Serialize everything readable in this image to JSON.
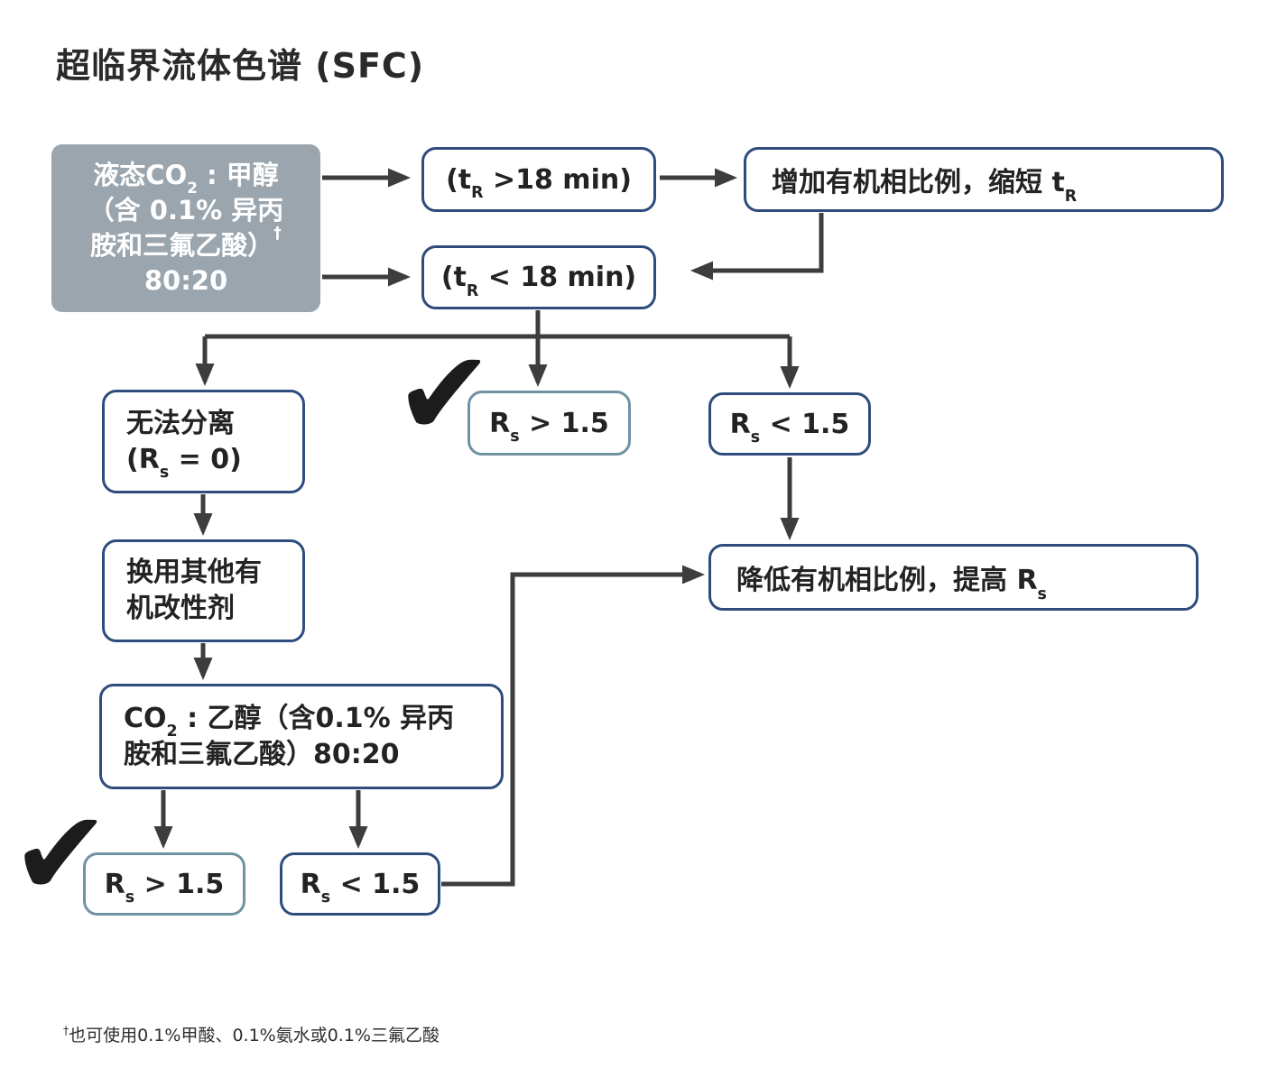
{
  "title": "超临界流体色谱 (SFC)",
  "palette": {
    "navy": "#2e4c7c",
    "slate": "#6f93a3",
    "gray-fill": "#9aa5ae",
    "arrow": "#3d3d3d",
    "check": "#1c1c1c"
  },
  "start_box": {
    "line1_pre": "液态CO",
    "line1_sub": "2",
    "line1_post": " : 甲醇",
    "line2": "（含 0.1% 异丙",
    "line3_pre": "胺和三氟乙酸）",
    "line3_sup": "†",
    "line4": "80:20"
  },
  "boxes": {
    "tr_gt": {
      "pre": "(t",
      "sub": "R",
      "post": " >18 min)"
    },
    "increase": {
      "pre": "增加有机相比例，缩短 t",
      "sub": "R",
      "post": ""
    },
    "tr_lt": {
      "pre": "(t",
      "sub": "R",
      "post": " < 18 min)"
    },
    "cannot": {
      "line1": "无法分离",
      "line2_pre": "(R",
      "line2_sub": "s",
      "line2_post": " = 0)"
    },
    "rs_gt_mid": {
      "pre": "R",
      "sub": "s",
      "post": " > 1.5"
    },
    "rs_lt_mid": {
      "pre": "R",
      "sub": "s",
      "post": " < 1.5"
    },
    "switch_modifier": {
      "line1": "换用其他有",
      "line2": "机改性剂"
    },
    "co2_ethanol": {
      "line1_pre": "CO",
      "line1_sub": "2",
      "line1_post": " : 乙醇（含0.1% 异丙",
      "line2": "胺和三氟乙酸）80:20"
    },
    "rs_gt_bot": {
      "pre": "R",
      "sub": "s",
      "post": " > 1.5"
    },
    "rs_lt_bot": {
      "pre": "R",
      "sub": "s",
      "post": " < 1.5"
    },
    "reduce": {
      "pre": "降低有机相比例，提高 R",
      "sub": "s",
      "post": ""
    }
  },
  "checkmark_glyph": "✔",
  "footnote": {
    "sup": "†",
    "text": "也可使用0.1%甲酸、0.1%氨水或0.1%三氟乙酸"
  }
}
